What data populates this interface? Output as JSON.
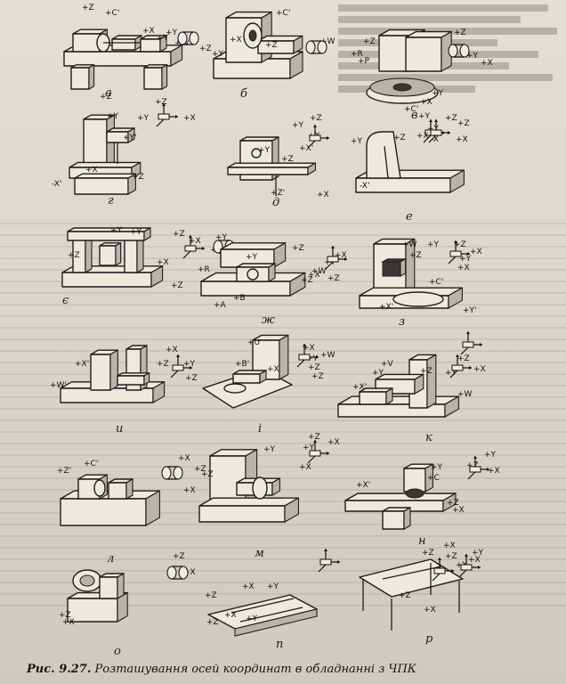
{
  "caption": {
    "prefix": "Рис. 9.27.",
    "text": "Розташування осей координат в обладнанні з ЧПК"
  },
  "figures": [
    {
      "id": "a",
      "label": "a",
      "axes": [
        "+Z",
        "+C'",
        "+X",
        "+Y",
        "+W"
      ]
    },
    {
      "id": "b",
      "label": "б",
      "axes": [
        "+C'",
        "+X",
        "+Y",
        "+Z",
        "+W",
        "+Y",
        "+Z",
        "+X"
      ]
    },
    {
      "id": "v",
      "label": "в",
      "axes": [
        "+Z",
        "+R",
        "+P",
        "+C'",
        "+X",
        "+Y",
        "+Z",
        "+Y",
        "+X",
        "-X",
        "+Z",
        "+Y"
      ]
    },
    {
      "id": "g",
      "label": "г",
      "axes": [
        "+Z",
        "+Y",
        "+Y'",
        "+Z",
        "+X",
        "-X'",
        "+Z",
        "+Y",
        "+X"
      ]
    },
    {
      "id": "d",
      "label": "д",
      "axes": [
        "+Z",
        "+X'",
        "+Y",
        "+X",
        "+Z'",
        "+Y",
        "+X",
        "+Z"
      ]
    },
    {
      "id": "e",
      "label": "е",
      "axes": [
        "+Y",
        "+Z",
        "-X'",
        "+X",
        "+Y",
        "+Z",
        "+X"
      ]
    },
    {
      "id": "ye",
      "label": "є",
      "axes": [
        "+Y",
        "+Y",
        "+Z",
        "+X",
        "+Z",
        "+X",
        "+Z",
        "+X",
        "+Y"
      ]
    },
    {
      "id": "zh",
      "label": "ж",
      "axes": [
        "+R",
        "+Y",
        "+Z",
        "+X",
        "+A",
        "+B",
        "+Z",
        "+W",
        "+Y",
        "+Z",
        "+X"
      ]
    },
    {
      "id": "z",
      "label": "з",
      "axes": [
        "+W",
        "+Y",
        "+Z",
        "+X",
        "+C'",
        "+X'",
        "+Y'",
        "+Z",
        "+Y",
        "+X"
      ]
    },
    {
      "id": "y",
      "label": "и",
      "axes": [
        "+X'",
        "+W'",
        "+Z",
        "+Y",
        "+X",
        "+Z"
      ]
    },
    {
      "id": "i",
      "label": "і",
      "axes": [
        "+U",
        "+B'",
        "+X",
        "+Z",
        "+W",
        "+Y",
        "+X",
        "+Z"
      ]
    },
    {
      "id": "k",
      "label": "к",
      "axes": [
        "+Z",
        "+X'",
        "+Y",
        "+V",
        "+W",
        "+Z",
        "+Y",
        "+X"
      ]
    },
    {
      "id": "l",
      "label": "л",
      "axes": [
        "+Z'",
        "+C'",
        "+X",
        "+Z",
        "+X"
      ]
    },
    {
      "id": "m",
      "label": "м",
      "axes": [
        "+Z",
        "+Y",
        "+Z",
        "+X",
        "+Y",
        "+X"
      ]
    },
    {
      "id": "n",
      "label": "н",
      "axes": [
        "+Y",
        "+C",
        "+X'",
        "+Z",
        "+X",
        "+Y",
        "+X",
        "+Z"
      ]
    },
    {
      "id": "o",
      "label": "о",
      "axes": [
        "+Z",
        "+X",
        "+Z",
        "+X"
      ]
    },
    {
      "id": "p",
      "label": "п",
      "axes": [
        "+Z",
        "+X",
        "+Y",
        "+Z",
        "+X",
        "+Y"
      ]
    },
    {
      "id": "r",
      "label": "р",
      "axes": [
        "+Z",
        "+X",
        "+Y",
        "+Z",
        "+X",
        "+Y",
        "+Z",
        "+X"
      ]
    }
  ]
}
